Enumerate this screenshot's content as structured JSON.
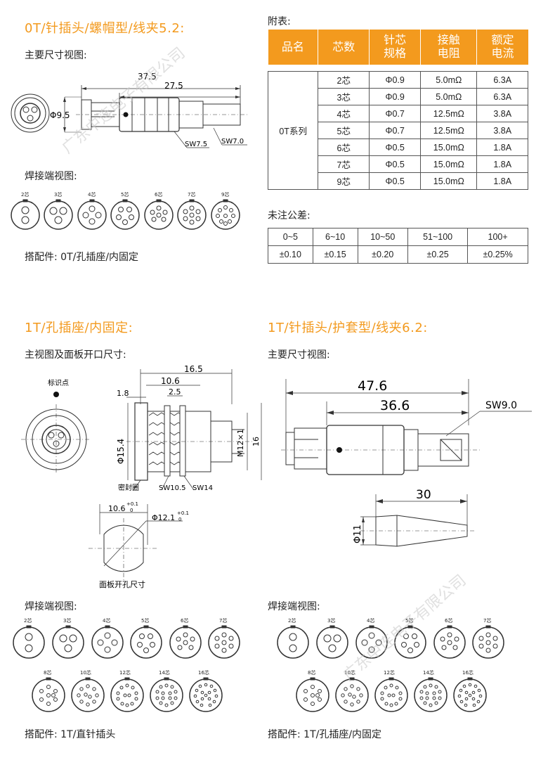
{
  "sec1": {
    "title": "0T/针插头/螺帽型/线夹5.2:",
    "main_view": "主要尺寸视图:",
    "dims": {
      "d1": "37.5",
      "d2": "27.5",
      "dia": "Φ9.5",
      "sw1": "SW7.5",
      "sw2": "SW7.0"
    },
    "weld_view": "焊接端视图:",
    "pins": [
      "2芯",
      "3芯",
      "4芯",
      "5芯",
      "6芯",
      "7芯",
      "9芯"
    ],
    "mating": "搭配件: 0T/孔插座/内固定"
  },
  "table": {
    "caption": "附表:",
    "headers": [
      [
        "品名"
      ],
      [
        "芯数"
      ],
      [
        "针芯",
        "规格"
      ],
      [
        "接触",
        "电阻"
      ],
      [
        "额定",
        "电流"
      ]
    ],
    "series": "0T系列",
    "rows": [
      [
        "2芯",
        "Φ0.9",
        "5.0mΩ",
        "6.3A"
      ],
      [
        "3芯",
        "Φ0.9",
        "5.0mΩ",
        "6.3A"
      ],
      [
        "4芯",
        "Φ0.7",
        "12.5mΩ",
        "3.8A"
      ],
      [
        "5芯",
        "Φ0.7",
        "12.5mΩ",
        "3.8A"
      ],
      [
        "6芯",
        "Φ0.5",
        "15.0mΩ",
        "1.8A"
      ],
      [
        "7芯",
        "Φ0.5",
        "15.0mΩ",
        "1.8A"
      ],
      [
        "9芯",
        "Φ0.5",
        "15.0mΩ",
        "1.8A"
      ]
    ]
  },
  "tolerance": {
    "caption": "未注公差:",
    "ranges": [
      "0~5",
      "6~10",
      "10~50",
      "51~100",
      "100+"
    ],
    "values": [
      "±0.10",
      "±0.15",
      "±0.20",
      "±0.25",
      "±0.25%"
    ]
  },
  "sec2": {
    "title": "1T/孔插座/内固定:",
    "main_view": "主视图及面板开口尺寸:",
    "mark": "标识点",
    "dims": {
      "d1": "16.5",
      "d2": "10.6",
      "d3": "2.5",
      "d4": "1.8",
      "dia": "Φ15.4",
      "thread": "M12×1",
      "h": "16",
      "seal": "密封圈",
      "sw1": "SW10.5",
      "sw2": "SW14"
    },
    "cut": {
      "w": "10.6",
      "w_tol": "+0.1",
      "w_tol0": "0",
      "dia": "Φ12.1",
      "dia_tol": "+0.1",
      "dia_tol0": "0",
      "label": "面板开孔尺寸"
    },
    "weld_view": "焊接端视图:",
    "pins_row1": [
      "2芯",
      "3芯",
      "4芯",
      "5芯",
      "6芯",
      "7芯"
    ],
    "pins_row2": [
      "8芯",
      "10芯",
      "12芯",
      "14芯",
      "16芯"
    ],
    "mating": "搭配件: 1T/直针插头"
  },
  "sec3": {
    "title": "1T/针插头/护套型/线夹6.2:",
    "main_view": "主要尺寸视图:",
    "dims": {
      "d1": "47.6",
      "d2": "36.6",
      "sw": "SW9.0",
      "len": "30",
      "dia": "Φ11"
    },
    "weld_view": "焊接端视图:",
    "pins_row1": [
      "2芯",
      "3芯",
      "4芯",
      "5芯",
      "6芯",
      "7芯"
    ],
    "pins_row2": [
      "8芯",
      "10芯",
      "12芯",
      "14芯",
      "16芯"
    ],
    "mating": "搭配件: 1T/孔插座/内固定"
  },
  "watermark": "广东中连电子有限公司",
  "colors": {
    "accent": "#f39a1e"
  }
}
